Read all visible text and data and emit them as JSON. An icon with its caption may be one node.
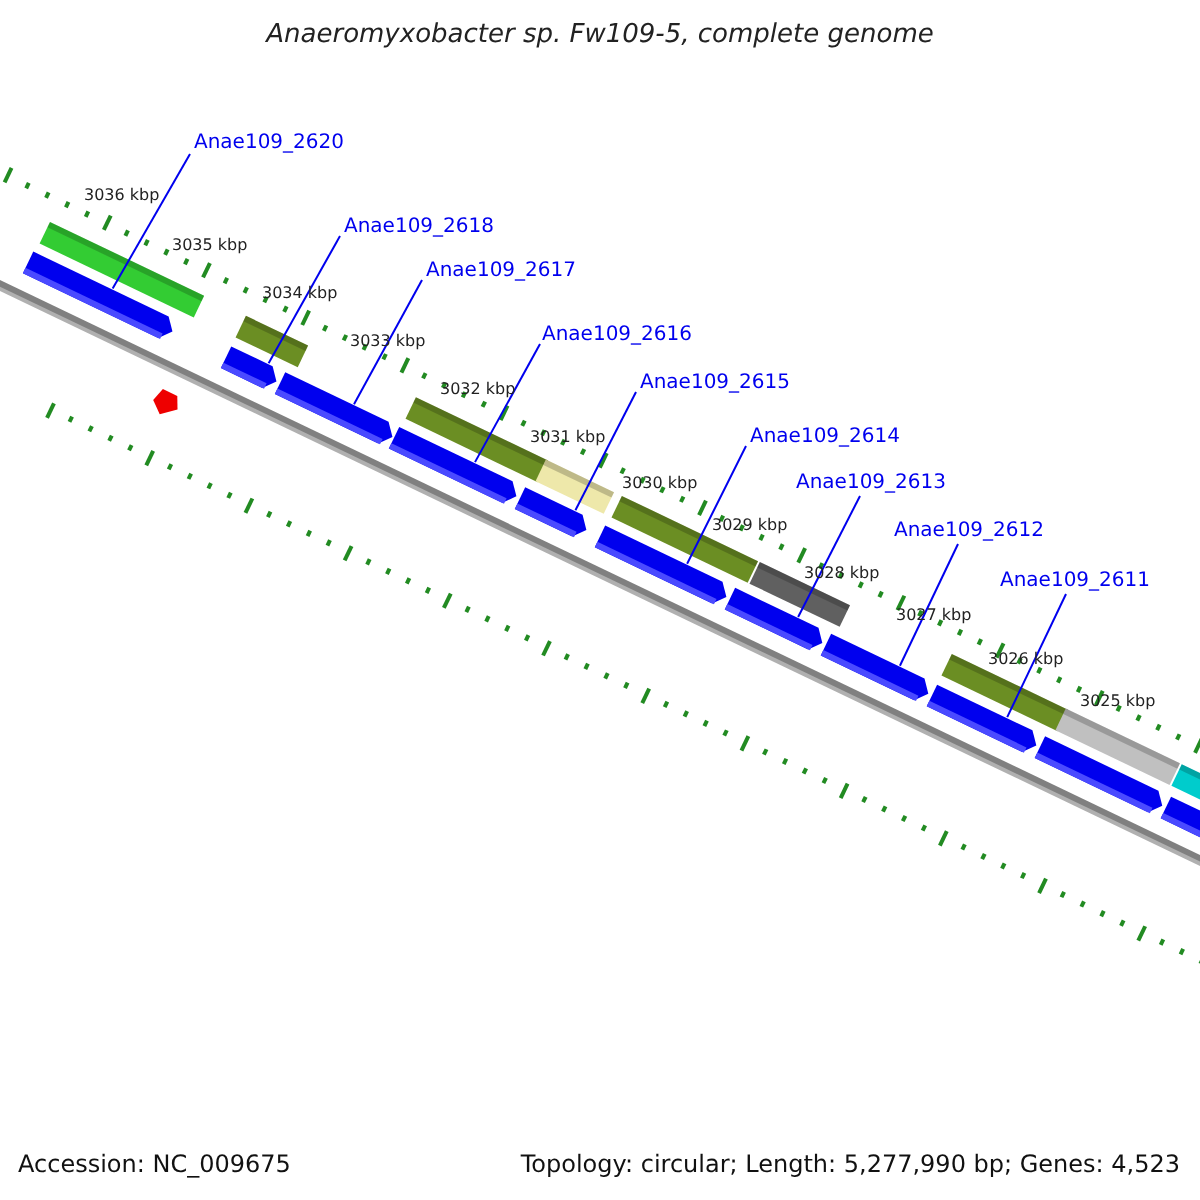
{
  "diagram": {
    "title": "Anaeromyxobacter sp. Fw109-5, complete genome",
    "nodes": [
      {
        "text": [
          "Anae109_2620"
        ]
      },
      {
        "text": [
          "Anae109_2618"
        ]
      },
      {
        "text": [
          "Anae109_2617"
        ]
      },
      {
        "text": [
          "Anae109_2616"
        ]
      },
      {
        "text": [
          "Anae109_2615"
        ]
      },
      {
        "text": [
          "Anae109_2614"
        ]
      },
      {
        "text": [
          "Anae109_2613"
        ]
      },
      {
        "text": [
          "Anae109_2612"
        ]
      },
      {
        "text": [
          "Anae109_2611"
        ]
      },
      {
        "text": [],
        "shape": "bar"
      },
      {
        "text": [],
        "shape": "bar"
      },
      {
        "text": [],
        "shape": "bar"
      },
      {
        "text": [],
        "shape": "bar"
      },
      {
        "text": [],
        "shape": "bar"
      },
      {
        "text": [],
        "shape": "bar"
      },
      {
        "text": [],
        "shape": "bar"
      },
      {
        "text": [],
        "shape": "bar"
      },
      {
        "text": [],
        "shape": "bar"
      },
      {
        "text": [],
        "shape": "bar"
      },
      {
        "text": [],
        "shape": "bar"
      }
    ],
    "edges": [
      {
        "from": 0,
        "to": 9,
        "arrow": "none"
      },
      {
        "from": 1,
        "to": 10,
        "arrow": "none"
      },
      {
        "from": 2,
        "to": 11,
        "arrow": "none"
      },
      {
        "from": 3,
        "to": 12,
        "arrow": "none"
      },
      {
        "from": 4,
        "to": 13,
        "arrow": "none"
      },
      {
        "from": 5,
        "to": 14,
        "arrow": "none"
      },
      {
        "from": 6,
        "to": 15,
        "arrow": "none"
      },
      {
        "from": 7,
        "to": 16,
        "arrow": "none"
      },
      {
        "from": 8,
        "to": 17,
        "arrow": "none"
      }
    ],
    "labels": [
      "3036 kbp",
      "3035 kbp",
      "3034 kbp",
      "3033 kbp",
      "3032 kbp",
      "3031 kbp",
      "3030 kbp",
      "3029 kbp",
      "3028 kbp",
      "3027 kbp",
      "3026 kbp",
      "3025 kbp",
      "Accession: NC_009675",
      "Topology: circular; Length: 5,277,990 bp; Genes: 4,523"
    ]
  }
}
